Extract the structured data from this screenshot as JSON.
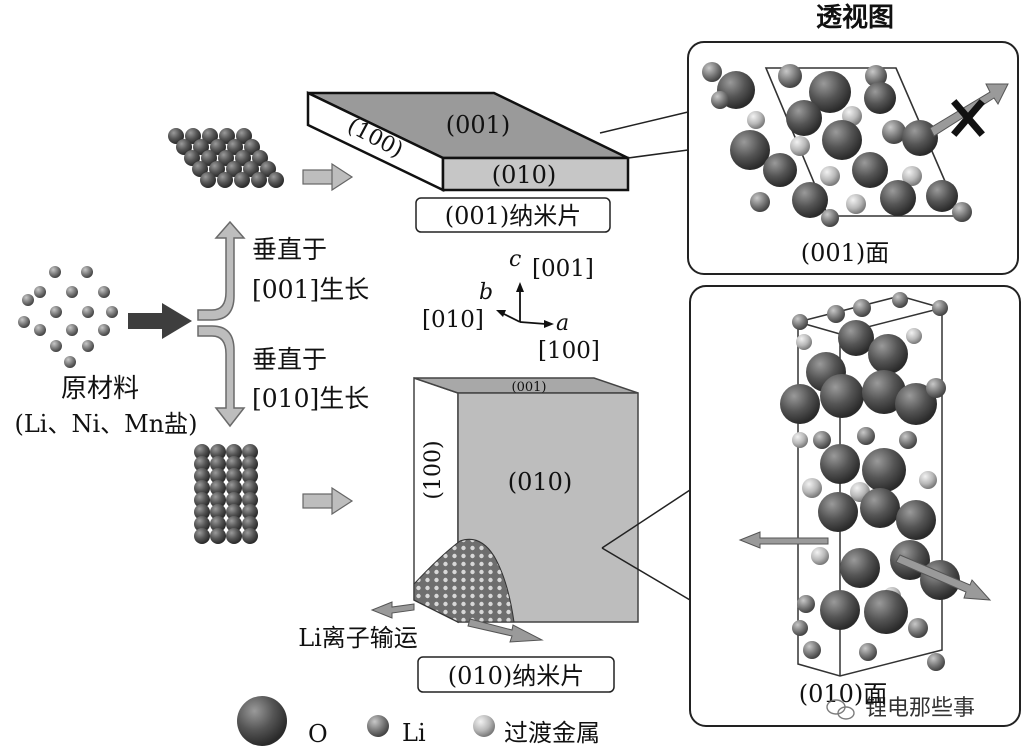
{
  "colors": {
    "face_top_gray": "#9a9a9a",
    "face_light": "#c4c4c4",
    "face_white": "#ffffff",
    "o_atom": "#555555",
    "li_atom": "#7a7a7a",
    "tm_atom": "#bdbdbd",
    "arrow_gray": "#a8a8a8",
    "arrow_dark": "#444444"
  },
  "raw_material": {
    "title": "原材料",
    "subtitle": "(Li、Ni、Mn盐)"
  },
  "growth": {
    "upper": {
      "line1": "垂直于",
      "line2": "[001]生长"
    },
    "lower": {
      "line1": "垂直于",
      "line2": "[010]生长"
    }
  },
  "top_slab": {
    "top_face": "(001)",
    "side_face": "(100)",
    "front_face": "(010)",
    "caption": "(001)纳米片"
  },
  "axes": {
    "c_label": "c",
    "c_dir": "[001]",
    "b_label": "b",
    "b_dir": "[010]",
    "a_label": "a",
    "a_dir": "[100]"
  },
  "bottom_slab": {
    "top_face": "(001)",
    "side_face": "(100)",
    "front_face": "(010)",
    "caption": "(010)纳米片",
    "transport_label": "Li离子输运"
  },
  "perspective": {
    "title": "透视图",
    "upper_caption": "(001)面",
    "lower_caption": "(010)面"
  },
  "legend": {
    "o": "O",
    "li": "Li",
    "tm": "过渡金属"
  },
  "watermark": "锂电那些事"
}
